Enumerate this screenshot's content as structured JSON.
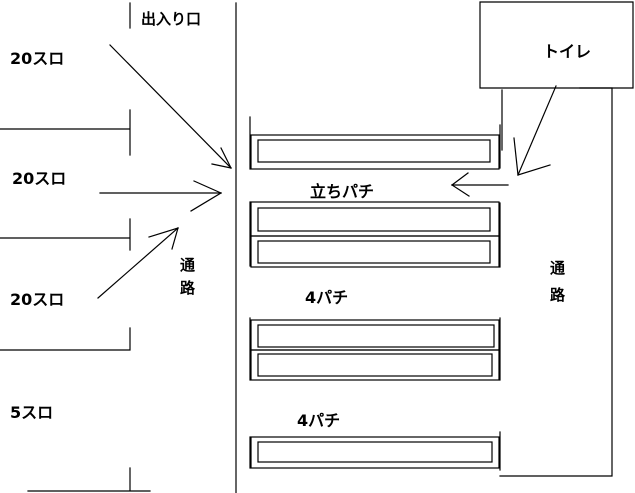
{
  "diagram": {
    "entrance_label": "出入り口",
    "toilet_label": "トイレ",
    "left_sections": [
      {
        "label": "20スロ"
      },
      {
        "label": "20スロ"
      },
      {
        "label": "20スロ"
      },
      {
        "label": "5スロ"
      }
    ],
    "center_sections": [
      {
        "label": "立ちパチ"
      },
      {
        "label": "4パチ"
      },
      {
        "label": "4パチ"
      }
    ],
    "aisle_left": {
      "line1": "通",
      "line2": "路"
    },
    "aisle_right": {
      "line1": "通",
      "line2": "路"
    },
    "colors": {
      "line": "#000000",
      "background": "#ffffff"
    }
  }
}
